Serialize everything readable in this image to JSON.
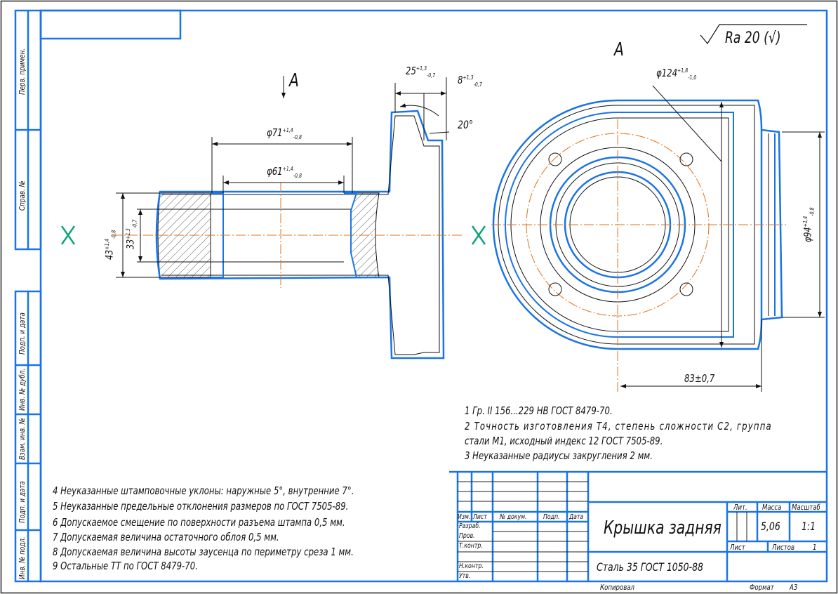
{
  "view_label": "A",
  "view_arrow_label": "A",
  "roughness": "Ra 20 (√)",
  "dimensions": {
    "d71": {
      "base": "φ71",
      "upper": "+1,4",
      "lower": "-0,8"
    },
    "d61": {
      "base": "φ61",
      "upper": "+1,4",
      "lower": "-0,8"
    },
    "d43": {
      "base": "43",
      "upper": "+1,4",
      "lower": "-0,8"
    },
    "d33": {
      "base": "33",
      "upper": "+1,3",
      "lower": "-0,7"
    },
    "d25": {
      "base": "25",
      "upper": "+1,3",
      "lower": "-0,7"
    },
    "d8": {
      "base": "8",
      "upper": "+1,3",
      "lower": "-0,7"
    },
    "angle": "20°",
    "d124": {
      "base": "φ124",
      "upper": "+1,8",
      "lower": "-1,0"
    },
    "d94": {
      "base": "φ94",
      "upper": "+1,4",
      "lower": "-0,8"
    },
    "d83": "83±0,7"
  },
  "notes_right": [
    "1 Гр. II 156...229 HB ГОСТ 8479-70.",
    "2 Точность изготовления Т4, степень сложности С2, группа",
    "стали М1, исходный индекс 12 ГОСТ 7505-89.",
    "3 Неуказанные радиусы закругления 2 мм."
  ],
  "notes_left": [
    "4 Неуказанные штамповочные уклоны: наружные 5°, внутренние 7°.",
    "5 Неуказанные предельные отклонения размеров по ГОСТ 7505-89.",
    "6 Допускаемое смещение по поверхности разъема штампа 0,5 мм.",
    "7 Допускаемая величина остаточного облоя 0,5 мм.",
    "8 Допускаемая величина высоты заусенца по периметру среза 1 мм.",
    "9 Остальные ТТ по ГОСТ 8479-70."
  ],
  "side_stamps": [
    "Перв. примен.",
    "Справ. №",
    "Подп. и дата",
    "Инв. № дубл.",
    "Взам. инв. №",
    "Подп. и дата",
    "Инв. № подл."
  ],
  "title_block": {
    "headers": [
      "Изм.",
      "Лист",
      "№ докум.",
      "Подп.",
      "Дата"
    ],
    "roles": [
      "Разраб.",
      "Пров.",
      "Т.контр.",
      "Н.контр.",
      "Утв."
    ],
    "part_name": "Крышка задняя",
    "material": "Сталь 35 ГОСТ 1050-88",
    "lit_label": "Лит.",
    "mass_label": "Масса",
    "scale_label": "Масштаб",
    "mass": "5,06",
    "scale": "1:1",
    "sheet_label": "Лист",
    "sheets_label": "Листов",
    "sheets": "1",
    "copied": "Копировал",
    "format_label": "Формат",
    "format": "A3"
  }
}
